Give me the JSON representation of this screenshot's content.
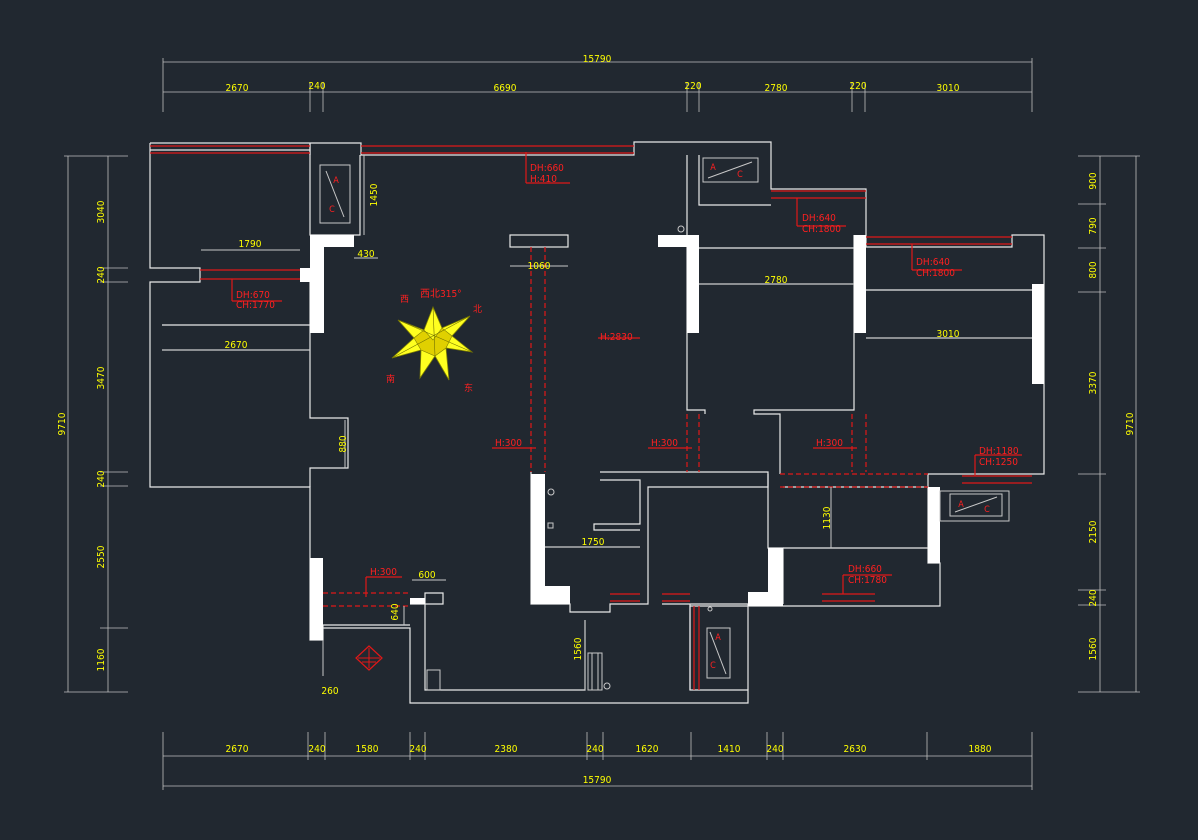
{
  "dims": {
    "top_total": "15790",
    "top": [
      "2670",
      "240",
      "6690",
      "220",
      "2780",
      "220",
      "3010"
    ],
    "bottom_total": "15790",
    "bottom": [
      "2670",
      "240",
      "1580",
      "240",
      "2380",
      "240",
      "1620",
      "1410",
      "240",
      "2630",
      "1880"
    ],
    "left_total": "9710",
    "left": [
      "3040",
      "240",
      "3470",
      "240",
      "2550",
      "1160"
    ],
    "right_total": "9710",
    "right": [
      "900",
      "790",
      "800",
      "3370",
      "2150",
      "240",
      "1560"
    ],
    "inner": {
      "d1790": "1790",
      "d2670": "2670",
      "d1450": "1450",
      "d430": "430",
      "d1060": "1060",
      "d2780": "2780",
      "d3010": "3010",
      "d880": "880",
      "d1750": "1750",
      "d1130": "1130",
      "d600": "600",
      "d640": "640",
      "d1560": "1560",
      "d260": "260"
    }
  },
  "annotations": {
    "a1_dh": "DH:660",
    "a1_h": "H:410",
    "a2_dh": "DH:640",
    "a2_ch": "CH:1800",
    "a3_dh": "DH:640",
    "a3_ch": "CH:1800",
    "a4_dh": "DH:670",
    "a4_ch": "CH:1770",
    "a5_dh": "DH:1180",
    "a5_ch": "CH:1250",
    "a6_dh": "DH:660",
    "a6_ch": "CH:1780",
    "h2830": "H:2830",
    "h300_a": "H:300",
    "h300_b": "H:300",
    "h300_c": "H:300",
    "h300_d": "H:300"
  },
  "compass": {
    "heading": "西北315°",
    "dir_nw": "西",
    "dir_ne": "北",
    "dir_sw": "南",
    "dir_se": "东"
  },
  "ac_units": {
    "u1": {
      "a": "A",
      "c": "C"
    },
    "u2": {
      "a": "A",
      "c": "C"
    },
    "u3": {
      "a": "A",
      "c": "C"
    },
    "u4": {
      "a": "A",
      "c": "C"
    }
  },
  "colors": {
    "background": "#212830",
    "dimension_text": "#ffff00",
    "annotation": "#e01818",
    "wall": "#ffffff"
  }
}
